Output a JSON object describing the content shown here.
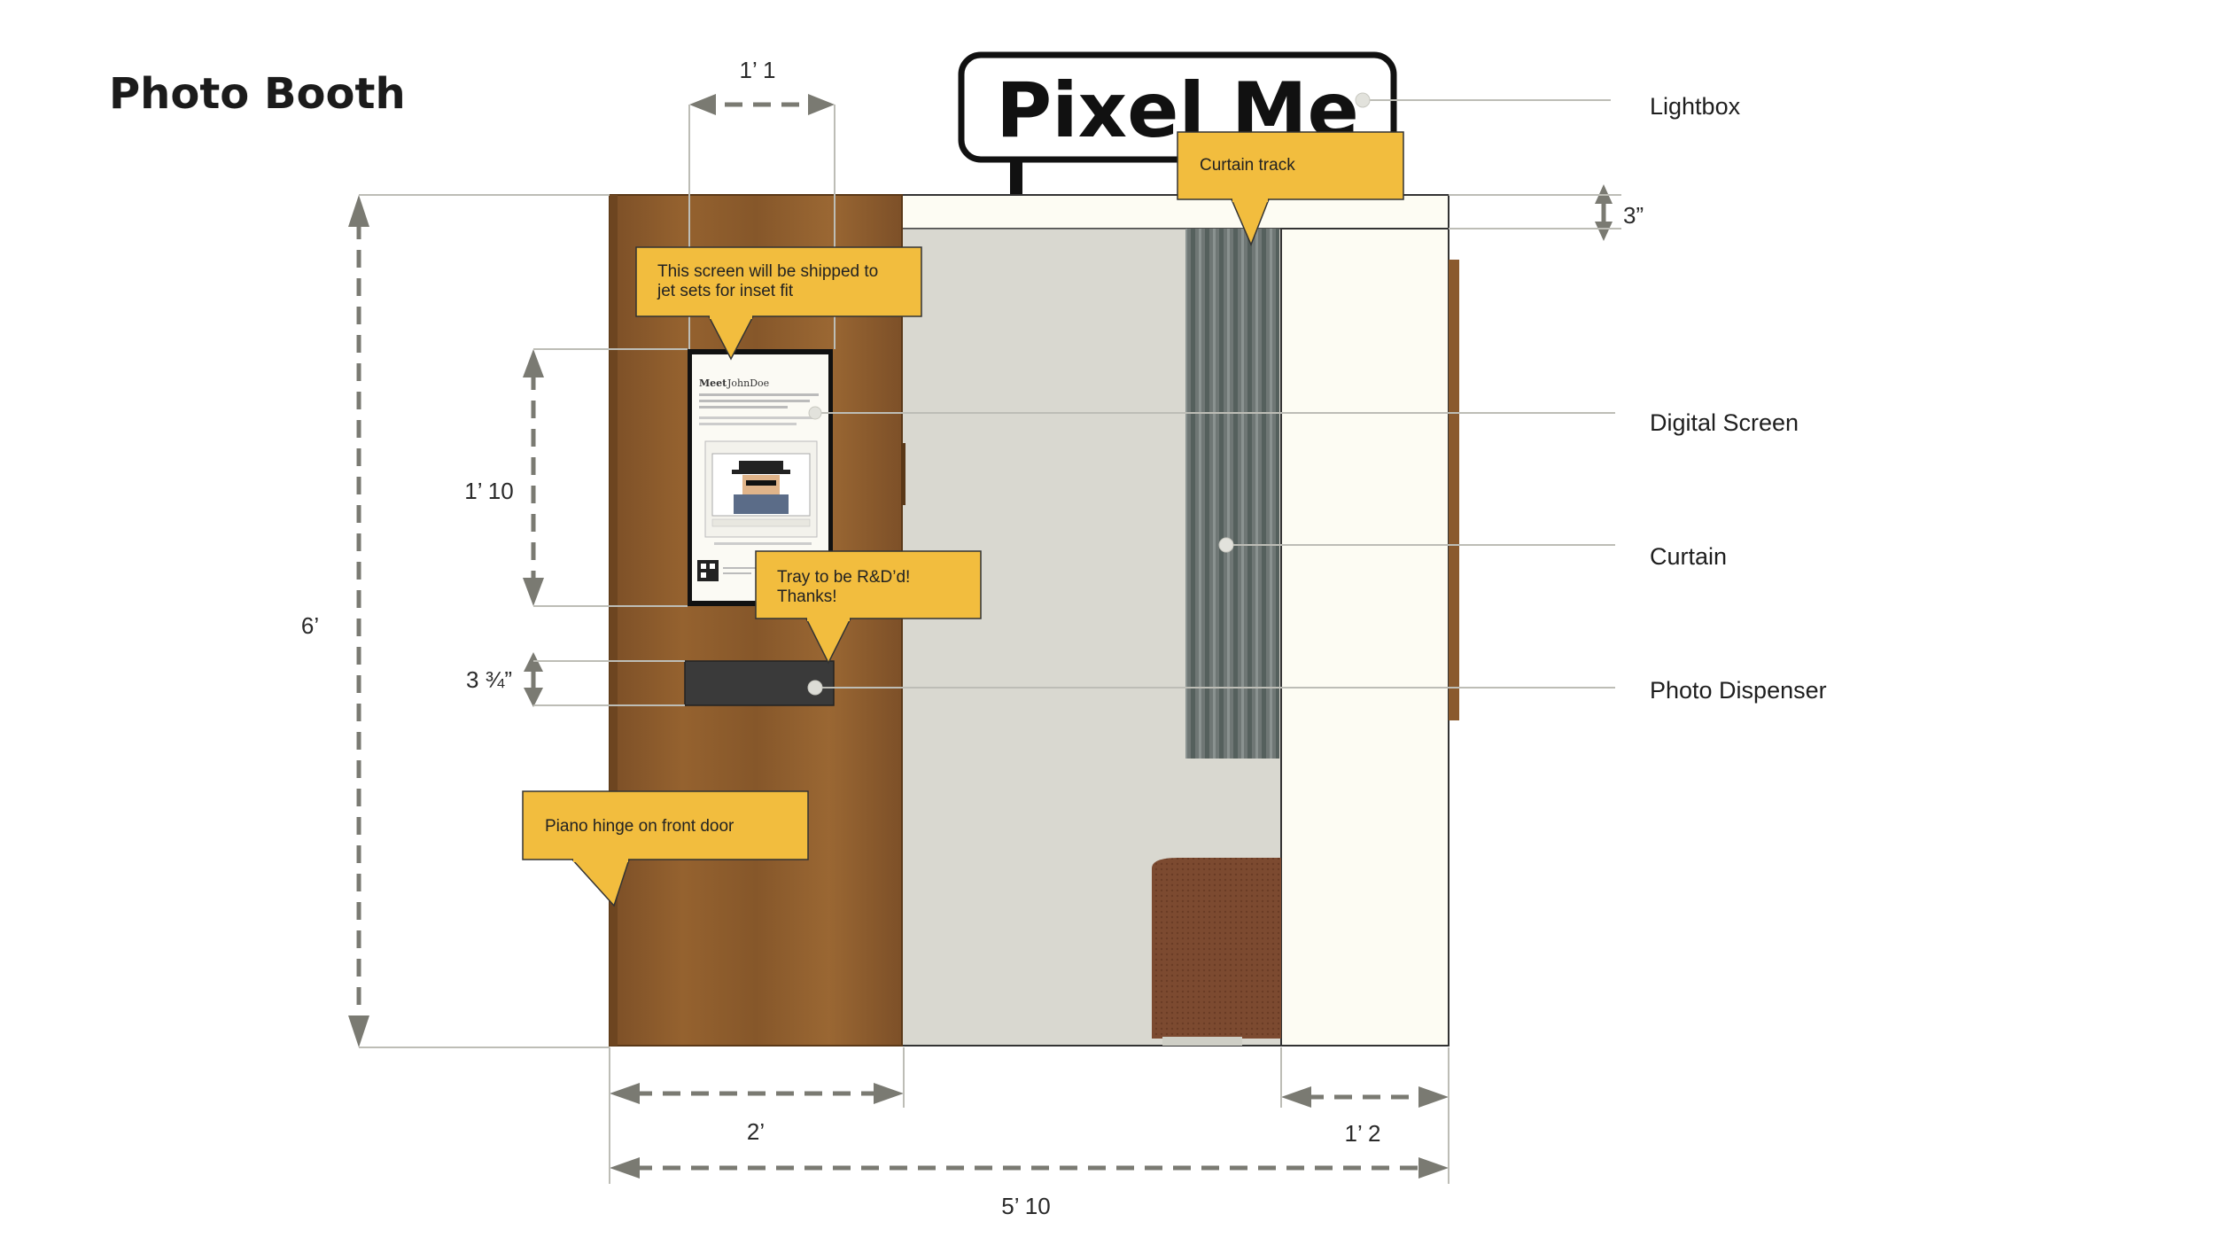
{
  "title": "Photo Booth",
  "sign": {
    "text": "Pixel Me"
  },
  "screen": {
    "heading": "Meet",
    "name": "JohnDoe"
  },
  "dimensions": {
    "screen_width": "1’ 1",
    "top_band": "3”",
    "screen_height": "1’ 10",
    "tray_height": "3 ¾”",
    "overall_height": "6’",
    "door_width": "2’",
    "side_width": "1’ 2",
    "overall_width": "5’ 10"
  },
  "labels": {
    "lightbox": "Lightbox",
    "digital_screen": "Digital Screen",
    "curtain": "Curtain",
    "photo_dispenser": "Photo Dispenser"
  },
  "notes": {
    "curtain_track": "Curtain track",
    "screen_line1": "This screen will be shipped to",
    "screen_line2": "jet sets for inset fit",
    "tray_line1": "Tray to be R&D’d!",
    "tray_line2": "Thanks!",
    "hinge": "Piano hinge on front door"
  },
  "colors": {
    "wood": "#8a5a2e",
    "callout": "#f2bd3e",
    "dimension_line": "#7a7a72",
    "booth_cream": "#fdfcf3",
    "interior": "#d9d8d0",
    "curtain": "#6b7370",
    "stool": "#7a4a32"
  }
}
